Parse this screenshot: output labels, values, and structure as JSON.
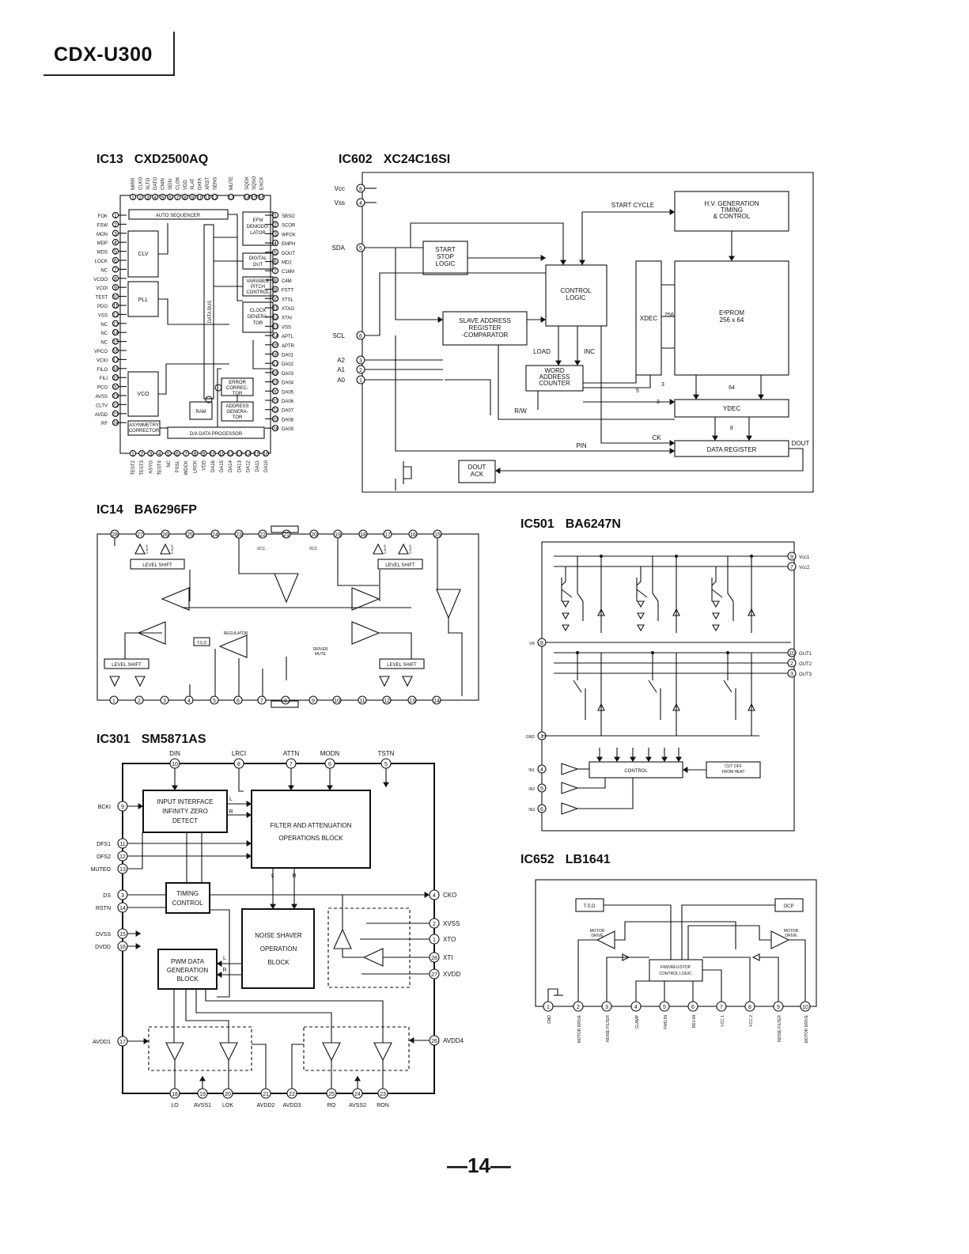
{
  "header": {
    "model": "CDX-U300"
  },
  "page_number": "—14—",
  "ic13": {
    "ref": "IC13",
    "part": "CXD2500AQ",
    "top_pins": [
      "MIRR",
      "CLKO",
      "XLTO",
      "DATO",
      "CNIN",
      "SEIN",
      "CLOK",
      "VDD",
      "XLAT",
      "DATA",
      "XRST",
      "SENS",
      "MUTE",
      "SQCK",
      "SQSO",
      "EXCK"
    ],
    "left_pins": [
      "FOK",
      "FSW",
      "MON",
      "MDP",
      "MDS",
      "LOCK",
      "NC",
      "VCOO",
      "VCOI",
      "TEST",
      "PDO",
      "VSS",
      "NC",
      "NC",
      "NC",
      "VPCO",
      "VCKI",
      "FILO",
      "FILI",
      "PCO",
      "AVSS",
      "CLTV",
      "AVDD",
      "RF"
    ],
    "right_pins": [
      "SBSO",
      "SCOR",
      "WFCK",
      "EMPH",
      "DOUT",
      "MD2",
      "C16M",
      "C4M",
      "FSTT",
      "XTSL",
      "XTAO",
      "XTAI",
      "VSS",
      "APTL",
      "APTR",
      "DA01",
      "DA02",
      "DA03",
      "DA04",
      "DA05",
      "DA06",
      "DA07",
      "DA08",
      "DA09"
    ],
    "bottom_pins": [
      "TEST2",
      "TEST3",
      "ASYO",
      "TEST4",
      "NC",
      "PSSL",
      "WDCK",
      "LRCK",
      "VDD",
      "DA16",
      "DA15",
      "DA14",
      "DA13",
      "DA12",
      "DA11",
      "DA10"
    ],
    "blocks": {
      "auto_seq": "AUTO SEQUENCER",
      "efm": [
        "EFM",
        "DEMODU-",
        "LATOR"
      ],
      "clv": "CLV",
      "pll": "PLL",
      "vco": "VCO",
      "digital_out": [
        "DIGITAL",
        "OUT"
      ],
      "vpc": [
        "VARIABLE",
        "PITCH",
        "CONTROL"
      ],
      "clock": [
        "CLOCK",
        "GENERA-",
        "TOR"
      ],
      "data_bus": "DATA BUS",
      "error": [
        "ERROR",
        "CORREC-",
        "TOR"
      ],
      "ram": "RAM",
      "addr": [
        "ADDRESS",
        "GENERA-",
        "TOR"
      ],
      "asym": [
        "ASYMMETRY",
        "CORRECTOR"
      ],
      "da": "D/A DATA PROCESSOR"
    }
  },
  "ic602": {
    "ref": "IC602",
    "part": "XC24C16SI",
    "pins": {
      "vcc": "Vcc",
      "vss": "Vss",
      "sda": "SDA",
      "scl": "SCL",
      "a2": "A2",
      "a1": "A1",
      "a0": "A0"
    },
    "pin_nums": {
      "vcc": "8",
      "vss": "4",
      "sda": "5",
      "scl": "6",
      "a2": "3",
      "a1": "2",
      "a0": "1"
    },
    "blocks": {
      "start_stop": [
        "START",
        "STOP",
        "LOGIC"
      ],
      "control": [
        "CONTROL",
        "LOGIC"
      ],
      "slave": [
        "SLAVE ADDRESS",
        "REGISTER",
        "-COMPARATOR"
      ],
      "word": [
        "WORD",
        "ADDRESS",
        "COUNTER"
      ],
      "hv": [
        "H.V. GENERATION",
        "TIMING",
        "& CONTROL"
      ],
      "xdec": "XDEC",
      "eeprom": [
        "E²PROM",
        "256 x 64"
      ],
      "ydec": "YDEC",
      "data_reg": "DATA REGISTER",
      "dout_ack": [
        "DOUT",
        "ACK"
      ]
    },
    "labels": {
      "start_cycle": "START CYCLE",
      "load": "LOAD",
      "inc": "INC",
      "rw": "R/W",
      "pin": "PIN",
      "ck": "CK",
      "dout": "DOUT",
      "n256": "256",
      "n64": "64",
      "n8": "8",
      "n5": "5",
      "n3a": "3",
      "n3b": "3"
    }
  },
  "ic14": {
    "ref": "IC14",
    "part": "BA6296FP",
    "top_pins": [
      "28",
      "27",
      "26",
      "25",
      "24",
      "23",
      "22",
      "21",
      "20",
      "19",
      "18",
      "17",
      "16",
      "15"
    ],
    "bottom_pins": [
      "1",
      "2",
      "3",
      "4",
      "5",
      "6",
      "7",
      "8",
      "9",
      "10",
      "11",
      "12",
      "13",
      "14"
    ],
    "labels": {
      "level_shift": "LEVEL SHIFT",
      "vcc": "VCC",
      "tsd": "T.S.D",
      "regulator": "REGULATOR",
      "driver_mute": [
        "DRIVER",
        "MUTE"
      ],
      "dbuf": "D.BUF"
    }
  },
  "ic501": {
    "ref": "IC501",
    "part": "BA6247N",
    "right_pins": [
      {
        "num": "9",
        "name": "Vcc1"
      },
      {
        "num": "7",
        "name": "Vcc2"
      },
      {
        "num": "10",
        "name": "OUT1"
      },
      {
        "num": "2",
        "name": "OUT2"
      },
      {
        "num": "3",
        "name": "OUT3"
      }
    ],
    "left_pins": [
      {
        "num": "8",
        "name": "VR"
      },
      {
        "num": "1",
        "name": "GND"
      },
      {
        "num": "4",
        "name": "IN1"
      },
      {
        "num": "5",
        "name": "IN2"
      },
      {
        "num": "6",
        "name": "IN3"
      }
    ],
    "blocks": {
      "control": "CONTROL",
      "cutoff": [
        "CUT OFF",
        "FROM HEAT"
      ]
    }
  },
  "ic301": {
    "ref": "IC301",
    "part": "SM5871AS",
    "top_pins": [
      {
        "num": "10",
        "name": "DIN"
      },
      {
        "num": "8",
        "name": "LRCI"
      },
      {
        "num": "7",
        "name": "ATTN"
      },
      {
        "num": "6",
        "name": "MODN"
      },
      {
        "num": "5",
        "name": "TSTN"
      }
    ],
    "left_pins": [
      {
        "num": "9",
        "name": "BCKI"
      },
      {
        "num": "11",
        "name": "DFS1"
      },
      {
        "num": "12",
        "name": "DFS2"
      },
      {
        "num": "13",
        "name": "MUTEO"
      },
      {
        "num": "3",
        "name": "DS"
      },
      {
        "num": "14",
        "name": "RSTN"
      },
      {
        "num": "15",
        "name": "DVSS"
      },
      {
        "num": "16",
        "name": "DVDD"
      },
      {
        "num": "17",
        "name": "AVDD1"
      }
    ],
    "right_pins": [
      {
        "num": "4",
        "name": "CKO"
      },
      {
        "num": "2",
        "name": "XVSS"
      },
      {
        "num": "1",
        "name": "XTO"
      },
      {
        "num": "28",
        "name": "XTI"
      },
      {
        "num": "27",
        "name": "XVDD"
      },
      {
        "num": "26",
        "name": "AVDD4"
      }
    ],
    "bottom_pins": [
      {
        "num": "18",
        "name": "LO"
      },
      {
        "num": "19",
        "name": "AVSS1"
      },
      {
        "num": "20",
        "name": "LOK"
      },
      {
        "num": "21",
        "name": "AVDD2"
      },
      {
        "num": "22",
        "name": "AVDD3"
      },
      {
        "num": "25",
        "name": "RO"
      },
      {
        "num": "24",
        "name": "AVSS2"
      },
      {
        "num": "23",
        "name": "RON"
      }
    ],
    "blocks": {
      "input": [
        "INPUT INTERFACE",
        "INFINITY ZERO",
        "DETECT"
      ],
      "filter": [
        "FILTER AND ATTENUATION",
        "OPERATIONS BLOCK"
      ],
      "timing": [
        "TIMING",
        "CONTROL"
      ],
      "noise": [
        "NOISE SHAVER",
        "OPERATION",
        "BLOCK"
      ],
      "pwm": [
        "PWM DATA",
        "GENERATION",
        "BLOCK"
      ]
    },
    "labels": {
      "l": "L",
      "r": "R"
    }
  },
  "ic652": {
    "ref": "IC652",
    "part": "LB1641",
    "bottom_pins": [
      {
        "num": "1",
        "name": "GND"
      },
      {
        "num": "2",
        "name": "MOTOR DRIVE"
      },
      {
        "num": "3",
        "name": "NOISE FILTER"
      },
      {
        "num": "4",
        "name": "CLAMP"
      },
      {
        "num": "5",
        "name": "FWD.IN"
      },
      {
        "num": "6",
        "name": "REV.IN"
      },
      {
        "num": "7",
        "name": "VCC 1"
      },
      {
        "num": "8",
        "name": "VCC 2"
      },
      {
        "num": "9",
        "name": "NOISE FILTER"
      },
      {
        "num": "10",
        "name": "MOTOR DRIVE"
      }
    ],
    "blocks": {
      "tsd": "T.S.D",
      "ocp": "OCP",
      "motor_l": [
        "MOTOR",
        "DRIVE"
      ],
      "motor_r": [
        "MOTOR",
        "DRIVE"
      ],
      "logic": [
        "FWD/REV/STOP",
        "CONTROL LOGIC"
      ]
    }
  }
}
